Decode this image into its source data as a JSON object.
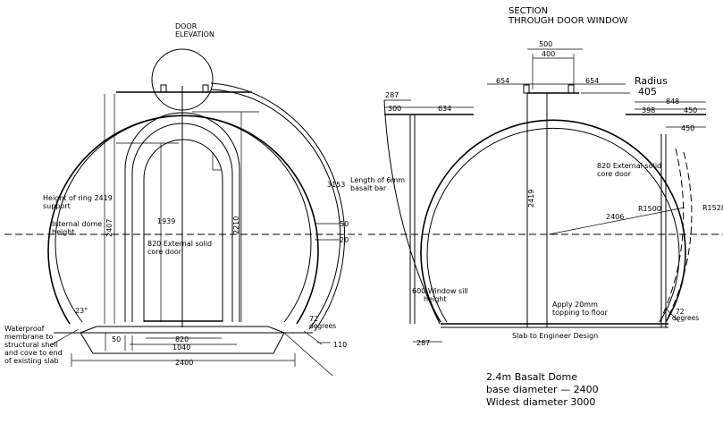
{
  "left": {
    "title_line1": "DOOR",
    "title_line2": "ELEVATION",
    "ring_height_line1": "Height of ring 2419",
    "ring_height_line2": "support",
    "internal_line1": "Internal dome",
    "internal_line2": "height",
    "dim_2407": "2407",
    "dim_1939": "1939",
    "dim_2210": "2210",
    "door_line1": "820  External solid",
    "door_line2": "core door",
    "bar_line1": "Length of 6mm",
    "bar_line2": "basalt bar",
    "dim_3153": "3153",
    "dim_50_right": "50",
    "dim_20": "20",
    "angle_23": "23°",
    "angle_72": "72",
    "angle_72_unit": "degrees",
    "dim_110": "110",
    "dim_50_left": "50",
    "dim_820": "820",
    "dim_1040": "1040",
    "dim_2400": "2400",
    "wp_line1": "Waterproof",
    "wp_line2": "membrane to",
    "wp_line3": "structural shell",
    "wp_line4": "and cove to end",
    "wp_line5": "of existing slab"
  },
  "right": {
    "title_line1": "SECTION",
    "title_line2": "THROUGH DOOR WINDOW",
    "dim_500": "500",
    "dim_400": "400",
    "dim_654_left": "654",
    "dim_654_right": "654",
    "dim_287_top": "287",
    "dim_300": "300",
    "dim_634": "634",
    "radius_label": "Radius",
    "radius_value": "405",
    "dim_848": "848",
    "dim_398": "398",
    "dim_450_top": "450",
    "dim_450": "450",
    "door_line1": "820  External solid",
    "door_line2": "core door",
    "dim_2419": "2419",
    "dim_2406": "2406",
    "r1500": "R1500",
    "r1528": "R1528",
    "sill_line1": "600  Window sill",
    "sill_line2": "height",
    "topping_line1": "Apply 20mm",
    "topping_line2": "topping to floor",
    "angle_72": "72",
    "angle_72_unit": "degrees",
    "dim_287_bottom": "287",
    "slab": "Slab to Engineer Design"
  },
  "notes": {
    "line1": "2.4m Basalt Dome",
    "line2": "base diameter — 2400",
    "line3": "Widest diameter 3000"
  }
}
